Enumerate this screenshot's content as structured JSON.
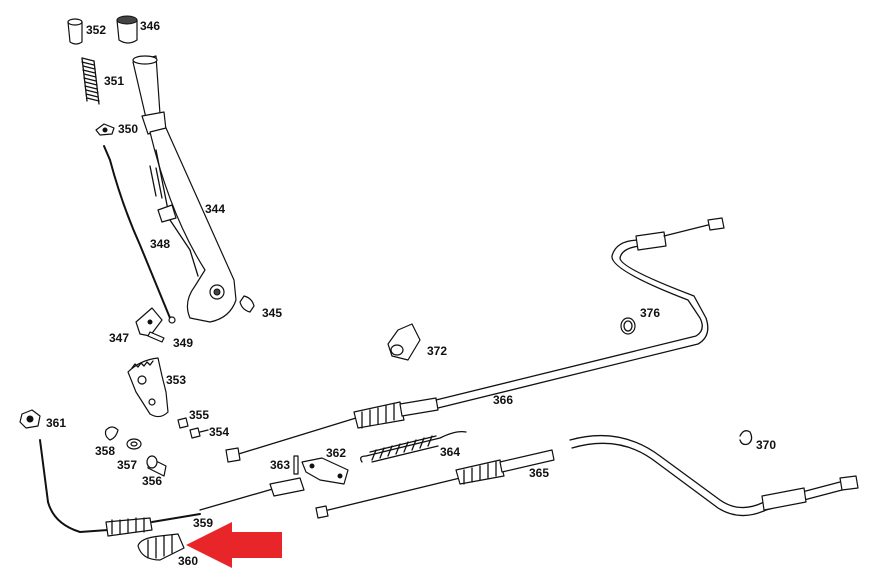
{
  "labels": {
    "p344": "344",
    "p345": "345",
    "p346": "346",
    "p347": "347",
    "p348": "348",
    "p349": "349",
    "p350": "350",
    "p351": "351",
    "p352": "352",
    "p353": "353",
    "p354": "354",
    "p355": "355",
    "p356": "356",
    "p357": "357",
    "p358": "358",
    "p359": "359",
    "p360": "360",
    "p361": "361",
    "p362": "362",
    "p363": "363",
    "p364": "364",
    "p365": "365",
    "p366": "366",
    "p370": "370",
    "p372": "372",
    "p376": "376"
  },
  "colors": {
    "arrow": "#e8262a",
    "line": "#111111"
  }
}
